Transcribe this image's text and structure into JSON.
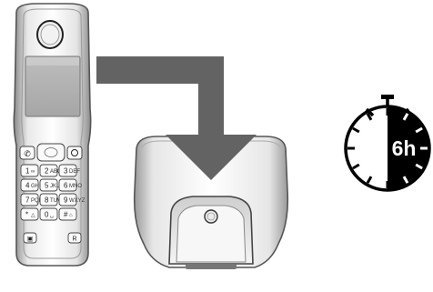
{
  "illustration": {
    "handset_keys": [
      {
        "label": "1",
        "sub": "∞"
      },
      {
        "label": "2",
        "sub": "ABC"
      },
      {
        "label": "3",
        "sub": "DEF"
      },
      {
        "label": "4",
        "sub": "GHI"
      },
      {
        "label": "5",
        "sub": "JKL"
      },
      {
        "label": "6",
        "sub": "MNO"
      },
      {
        "label": "7",
        "sub": "PQRS"
      },
      {
        "label": "8",
        "sub": "TUV"
      },
      {
        "label": "9",
        "sub": "WXYZ"
      },
      {
        "label": "*",
        "sub": "△"
      },
      {
        "label": "0",
        "sub": "␣"
      },
      {
        "label": "#",
        "sub": "⌂"
      }
    ],
    "handset_extra_keys": [
      "▣",
      "R"
    ],
    "timer_label": "6h",
    "colors": {
      "arrow": "#636363",
      "outline": "#000000",
      "timer_fill": "#000000",
      "background": "#ffffff"
    }
  }
}
